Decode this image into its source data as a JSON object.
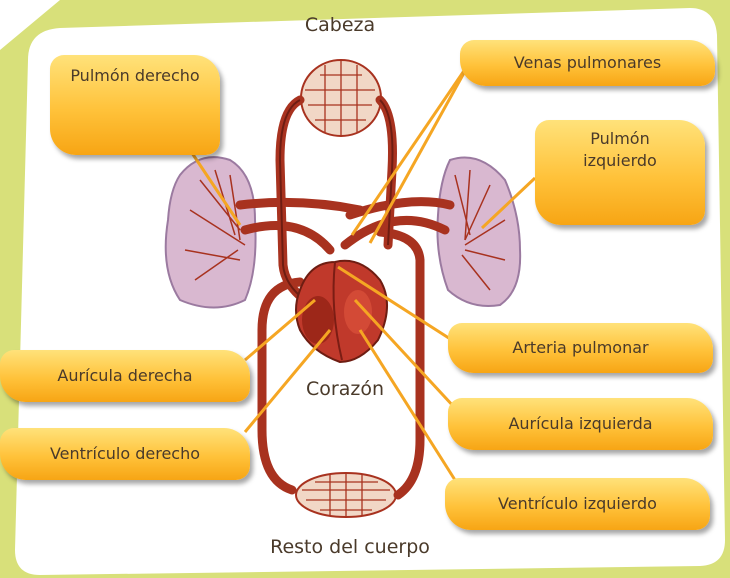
{
  "diagram": {
    "labels": {
      "cabeza": "Cabeza",
      "resto": "Resto del cuerpo",
      "corazon": "Corazón",
      "pulmon_derecho": "Pulmón derecho",
      "pulmon_izquierdo": "Pulmón\nizquierdo",
      "venas_pulmonares": "Venas pulmonares",
      "arteria_pulmonar": "Arteria pulmonar",
      "auricula_derecha": "Aurícula derecha",
      "auricula_izquierda": "Aurícula izquierda",
      "ventriculo_derecho": "Ventrículo derecho",
      "ventriculo_izquierdo": "Ventrículo izquierdo"
    },
    "colors": {
      "vessel": "#a8321f",
      "vessel_dark": "#6e1d12",
      "heart": "#c0392b",
      "lung": "#d9b8d0",
      "lung_edge": "#9b7aa0",
      "leader": "#f5a623",
      "background_accent": "#d8e07a"
    }
  }
}
